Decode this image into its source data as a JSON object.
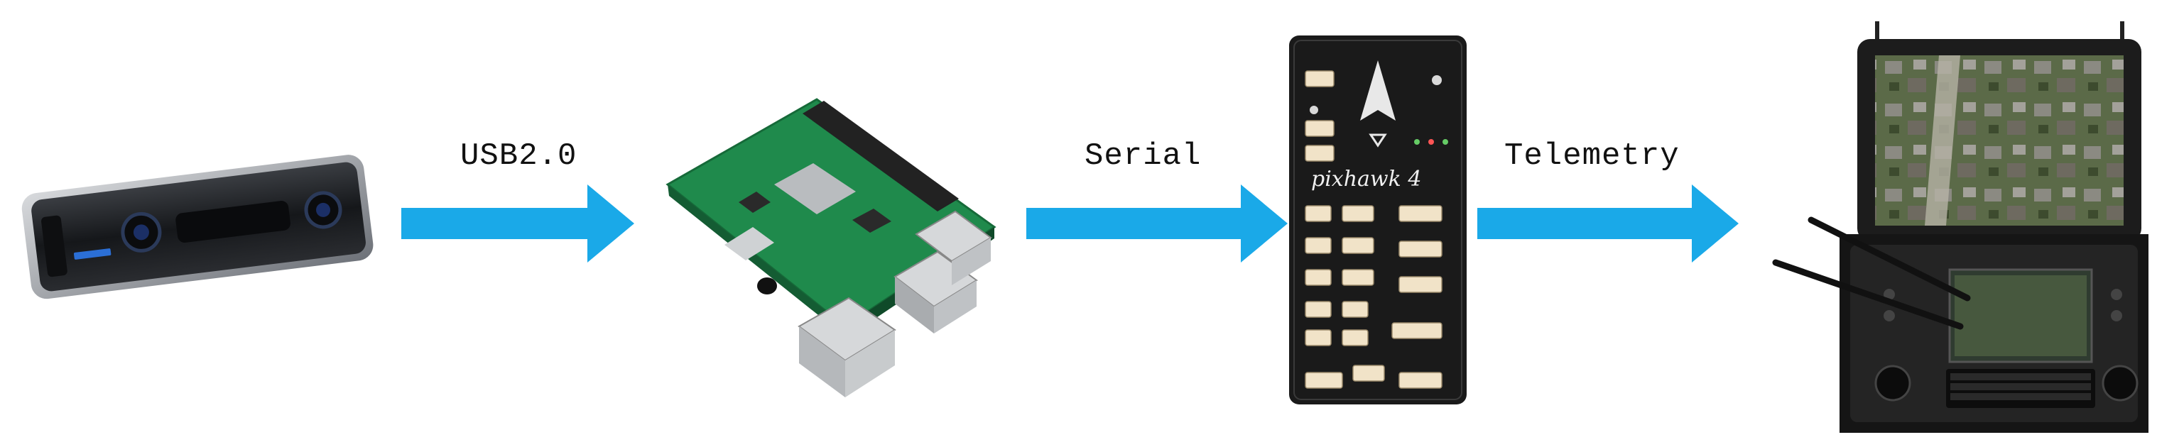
{
  "diagram": {
    "nodes": [
      {
        "id": "camera",
        "icon": "depth-camera-icon"
      },
      {
        "id": "raspberry-pi",
        "icon": "single-board-computer-icon"
      },
      {
        "id": "flight-controller",
        "icon": "flight-controller-icon",
        "printed_text": "pixhawk 4"
      },
      {
        "id": "ground-station",
        "icon": "ground-control-station-icon"
      }
    ],
    "edges": [
      {
        "from": "camera",
        "to": "raspberry-pi",
        "label": "USB2.0"
      },
      {
        "from": "raspberry-pi",
        "to": "flight-controller",
        "label": "Serial"
      },
      {
        "from": "flight-controller",
        "to": "ground-station",
        "label": "Telemetry"
      }
    ],
    "colors": {
      "arrow": "#1aa9e8",
      "board": "#1f8a4c",
      "device_dark": "#1a1a1a"
    }
  }
}
